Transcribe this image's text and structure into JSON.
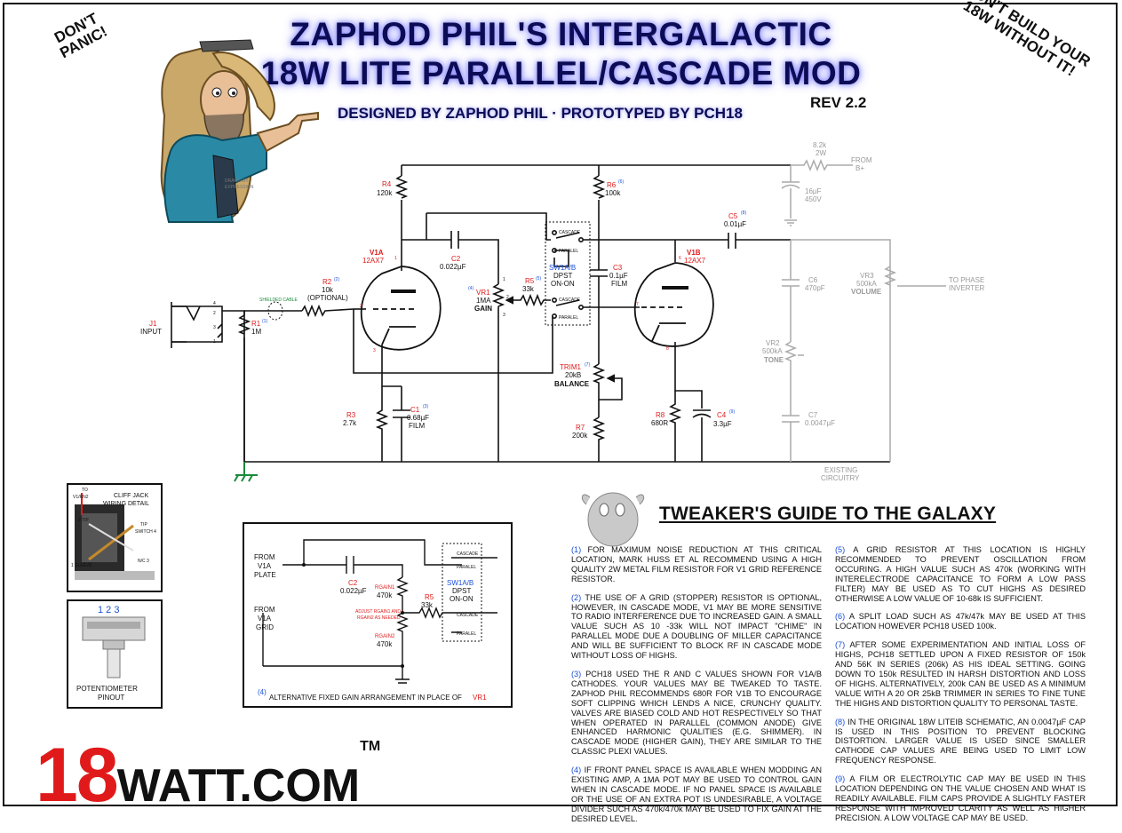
{
  "header": {
    "title_line1": "ZAPHOD PHIL'S INTERGALACTIC",
    "title_line2": "18W LITE PARALLEL/CASCADE MOD",
    "subtitle": "DESIGNED BY ZAPHOD PHIL · PROTOTYPED BY PCH18",
    "revision": "REV 2.2",
    "corner_left": "DON'T PANIC!",
    "corner_right_1": "DON'T BUILD YOUR",
    "corner_right_2": "18W WITHOUT IT!",
    "artist_credit_1": "DRAWN BY",
    "artist_credit_2": "EXPRESSION"
  },
  "schematic": {
    "j1": {
      "ref": "J1",
      "label": "INPUT"
    },
    "r1": {
      "ref": "R1",
      "note": "(1)",
      "value": "1M"
    },
    "shield": "SHIELDED CABLE",
    "r2": {
      "ref": "R2",
      "note": "(2)",
      "value": "10k",
      "extra": "(OPTIONAL)"
    },
    "v1a": {
      "ref": "V1A",
      "type": "12AX7"
    },
    "v1b": {
      "ref": "V1B",
      "type": "12AX7"
    },
    "r4": {
      "ref": "R4",
      "value": "120k"
    },
    "r6": {
      "ref": "R6",
      "note": "(6)",
      "value": "100k"
    },
    "c2": {
      "ref": "C2",
      "value": "0.022µF"
    },
    "vr1": {
      "ref": "VR1",
      "note": "(4)",
      "value": "1MA",
      "name": "GAIN"
    },
    "r5": {
      "ref": "R5",
      "note": "(5)",
      "value": "33k"
    },
    "sw": {
      "ref": "SW1A/B",
      "type": "DPST",
      "mode": "ON-ON",
      "pos_a": "CASCADE",
      "pos_b": "PARALEL"
    },
    "c3": {
      "ref": "C3",
      "value": "0.1µF",
      "type": "FILM"
    },
    "c5": {
      "ref": "C5",
      "note": "(8)",
      "value": "0.01µF"
    },
    "supply": {
      "r_value": "8.2k",
      "r_watt": "2W",
      "from": "FROM",
      "rail": "B+",
      "cap_value": "16µF",
      "cap_volt": "450V"
    },
    "c6": {
      "ref": "C6",
      "value": "470pF"
    },
    "vr3": {
      "ref": "VR3",
      "value": "500kA",
      "name": "VOLUME"
    },
    "phase": {
      "line1": "TO PHASE",
      "line2": "INVERTER"
    },
    "vr2": {
      "ref": "VR2",
      "value": "500kA",
      "name": "TONE"
    },
    "c7": {
      "ref": "C7",
      "value": "0.0047µF"
    },
    "existing": {
      "line1": "EXISTING",
      "line2": "CIRCUITRY"
    },
    "trim": {
      "ref": "TRIM1",
      "note": "(7)",
      "value": "20kB",
      "name": "BALANCE"
    },
    "r7": {
      "ref": "R7",
      "value": "200k"
    },
    "r3": {
      "ref": "R3",
      "value": "2.7k"
    },
    "c1": {
      "ref": "C1",
      "note": "(3)",
      "value": "0.68µF",
      "type": "FILM"
    },
    "r8": {
      "ref": "R8",
      "value": "680R"
    },
    "c4": {
      "ref": "C4",
      "note": "(9)",
      "value": "3.3µF"
    },
    "pins": {
      "p1": "1",
      "p2": "2",
      "p3": "3",
      "p4": "4",
      "p5": "5",
      "p6": "6",
      "p7": "7",
      "p8": "8"
    }
  },
  "cliffjack": {
    "title_1": "CLIFF JACK",
    "title_2": "WIRING DETAIL",
    "to": "TO",
    "v1rn2": "V1/RN2",
    "tip": "2 TIP",
    "sleeve": "1 SLEEVE",
    "tip_switch": "TIP",
    "switch4": "SWITCH 4",
    "nc": "N/C 3"
  },
  "pot_pinout": {
    "numbers": "1 2 3",
    "label_1": "POTENTIOMETER",
    "label_2": "PINOUT"
  },
  "alt_box": {
    "from_plate_1": "FROM",
    "from_plate_2": "V1A",
    "from_plate_3": "PLATE",
    "from_grid_1": "FROM",
    "from_grid_2": "V1A",
    "from_grid_3": "GRID",
    "c2": "C2",
    "c2_value": "0.022µF",
    "rgain1": "RGAIN1",
    "rgain1_value": "470k",
    "rgain2": "RGAIN2",
    "rgain2_value": "470k",
    "adjust_1": "ADJUST RGAIN1 AND",
    "adjust_2": "RGAIN2 AS NEEDED",
    "r5": "R5",
    "r5_value": "33k",
    "sw": "SW1A/B",
    "sw_type": "DPST",
    "sw_mode": "ON-ON",
    "cascade": "CASCADE",
    "paralel": "PARALEL",
    "caption_num": "(4)",
    "caption": "ALTERNATIVE FIXED GAIN ARRANGEMENT IN PLACE OF",
    "caption_ref": "VR1"
  },
  "guide": {
    "title": "TWEAKER'S GUIDE TO THE GALAXY",
    "notes_left": [
      {
        "num": "(1)",
        "text": "FOR MAXIMUM NOISE REDUCTION AT THIS CRITICAL LOCATION, MARK HUSS ET AL RECOMMEND USING A HIGH QUALITY 2W METAL FILM RESISTOR FOR V1 GRID REFERENCE RESISTOR."
      },
      {
        "num": "(2)",
        "text": "THE USE OF A GRID (STOPPER) RESISTOR IS OPTIONAL, HOWEVER, IN CASCADE MODE, V1 MAY BE MORE SENSITIVE TO RADIO INTERFERENCE DUE TO INCREASED GAIN. A SMALL VALUE SUCH AS 10 -33k WILL NOT IMPACT \"CHIME\" IN PARALLEL MODE DUE A DOUBLING OF MILLER CAPACITANCE AND WILL BE SUFFICIENT TO BLOCK RF IN CASCADE MODE WITHOUT LOSS OF HIGHS."
      },
      {
        "num": "(3)",
        "text": "PCH18 USED THE R AND C VALUES SHOWN FOR V1A/B CATHODES. YOUR VALUES MAY BE TWEAKED TO TASTE. ZAPHOD PHIL RECOMMENDS 680R FOR V1B TO ENCOURAGE SOFT CLIPPING WHICH LENDS A NICE, CRUNCHY QUALITY. VALVES ARE BIASED COLD AND HOT RESPECTIVELY SO THAT WHEN OPERATED IN PARALLEL (COMMON ANODE) GIVE ENHANCED HARMONIC QUALITIES (E.G. SHIMMER). IN CASCADE MODE (HIGHER GAIN), THEY ARE SIMILAR TO THE CLASSIC PLEXI VALUES."
      },
      {
        "num": "(4)",
        "text": "IF FRONT PANEL SPACE IS AVAILABLE WHEN MODDING AN EXISTING AMP, A 1MA POT MAY BE USED TO CONTROL GAIN WHEN IN CASCADE MODE. IF NO PANEL SPACE IS AVAILABLE OR THE USE OF AN EXTRA POT IS UNDESIRABLE, A VOLTAGE DIVIDER SUCH AS 470k/470k MAY BE USED TO FIX GAIN AT THE DESIRED LEVEL."
      }
    ],
    "notes_right": [
      {
        "num": "(5)",
        "text": "A GRID RESISTOR AT THIS LOCATION IS HIGHLY RECOMMENDED TO PREVENT OSCILLATION FROM OCCURING. A HIGH VALUE SUCH AS 470k (WORKING WITH INTERELECTRODE CAPACITANCE TO FORM A LOW PASS FILTER) MAY BE USED AS TO CUT HIGHS AS DESIRED OTHERWISE A LOW VALUE OF 10-68k IS SUFFICIENT."
      },
      {
        "num": "(6)",
        "text": "A SPLIT LOAD SUCH AS 47k/47k MAY BE USED AT THIS LOCATION HOWEVER PCH18 USED 100k."
      },
      {
        "num": "(7)",
        "text": "AFTER SOME EXPERIMENTATION AND INITIAL LOSS OF HIGHS, PCH18 SETTLED UPON A FIXED RESISTOR OF 150k AND 56K IN SERIES (206k) AS HIS IDEAL SETTING. GOING DOWN TO 150k RESULTED IN HARSH DISTORTION AND LOSS OF HIGHS. ALTERNATIVELY, 200k CAN BE USED AS A MINIMUM VALUE WITH A 20 OR 25kB TRIMMER IN SERIES TO FINE TUNE THE HIGHS AND DISTORTION QUALITY TO PERSONAL TASTE."
      },
      {
        "num": "(8)",
        "text": "IN THE ORIGINAL 18W LITEIB SCHEMATIC, AN 0.0047µF CAP IS USED IN THIS POSITION TO PREVENT BLOCKING DISTORTION. LARGER VALUE IS USED SINCE SMALLER CATHODE CAP VALUES ARE BEING USED TO LIMIT LOW FREQUENCY RESPONSE."
      },
      {
        "num": "(9)",
        "text": "A FILM OR ELECTROLYTIC CAP MAY BE USED IN THIS LOCATION DEPENDING ON THE VALUE CHOSEN AND WHAT IS READILY AVAILABLE. FILM CAPS PROVIDE A SLIGHTLY FASTER RESPONSE WITH IMPROVED CLARITY AS WELL AS HIGHER PRECISION. A LOW VOLTAGE CAP MAY BE USED."
      }
    ]
  },
  "brand": {
    "num": "18",
    "name": "WATT.COM",
    "tm": "TM"
  },
  "colors": {
    "ref_red": "#e01a1a",
    "note_blue": "#1a4fd8",
    "title_navy": "#0c0c55",
    "grey": "#aaaaaa",
    "ground_green": "#1a8a3a"
  }
}
